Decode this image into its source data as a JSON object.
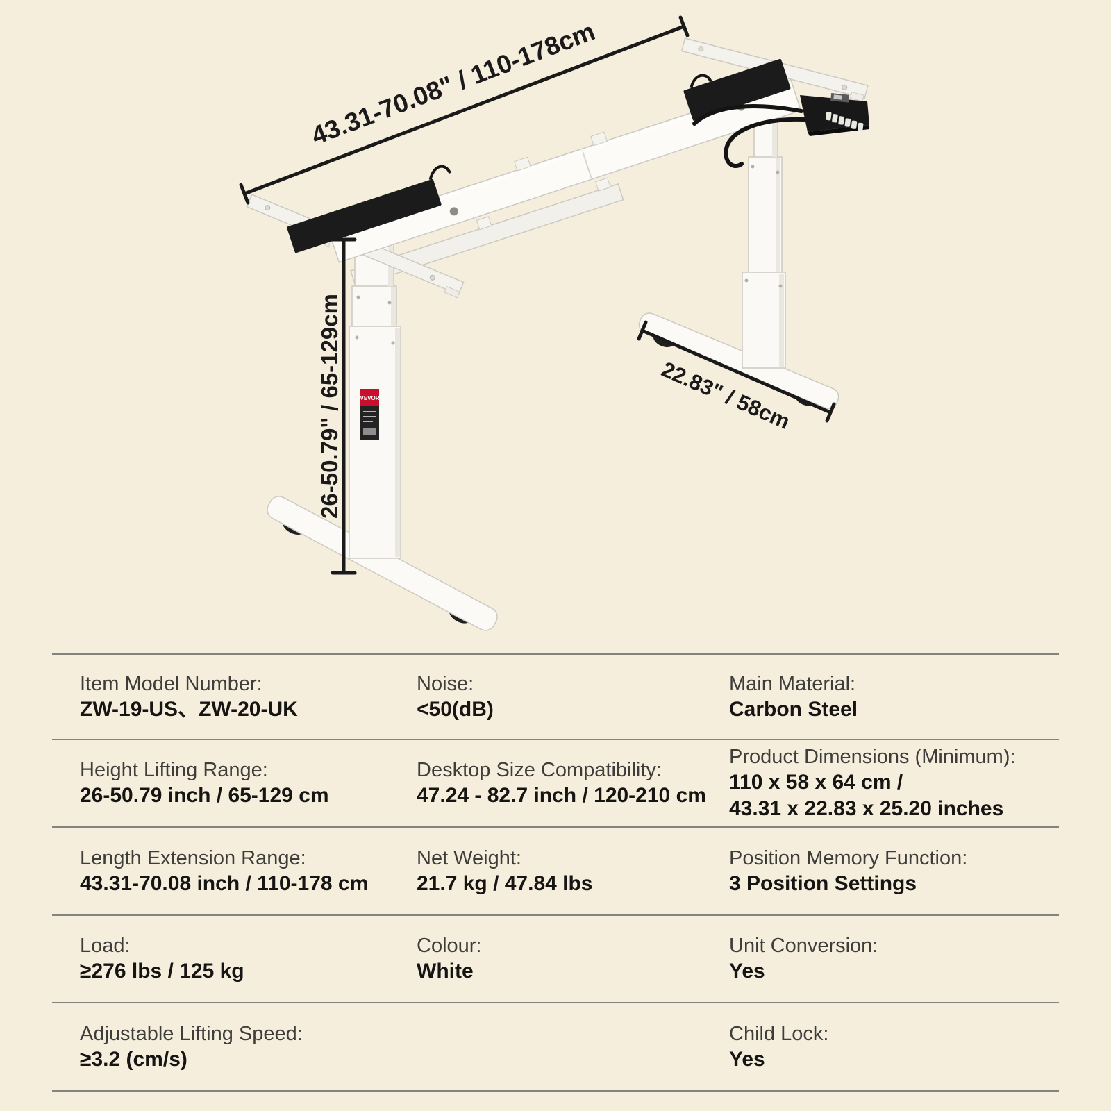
{
  "illustration": {
    "dim_length": "43.31-70.08\" / 110-178cm",
    "dim_height": "26-50.79\" / 65-129cm",
    "dim_depth": "22.83\" / 58cm",
    "brand_label": "VEVOR",
    "colors": {
      "background": "#f5eedd",
      "annotation": "#1a1a1a",
      "metal_white": "#fbfaf6",
      "pad_black": "#1b1b1b",
      "brand_red": "#c8102e"
    }
  },
  "spec": {
    "rows": [
      {
        "cells": [
          {
            "label": "Item Model Number:",
            "value": "ZW-19-US、ZW-20-UK"
          },
          {
            "label": "Noise:",
            "value": "<50(dB)"
          },
          {
            "label": "Main Material:",
            "value": "Carbon Steel"
          }
        ]
      },
      {
        "cells": [
          {
            "label": "Height Lifting Range:",
            "value": "26-50.79 inch / 65-129 cm"
          },
          {
            "label": "Desktop Size Compatibility:",
            "value": "47.24 - 82.7 inch / 120-210 cm"
          },
          {
            "label": "Product Dimensions (Minimum):",
            "value": "110 x 58 x 64 cm /",
            "value2": "43.31 x 22.83 x 25.20 inches"
          }
        ]
      },
      {
        "cells": [
          {
            "label": "Length Extension Range:",
            "value": "43.31-70.08 inch / 110-178 cm"
          },
          {
            "label": "Net Weight:",
            "value": "21.7 kg / 47.84 lbs"
          },
          {
            "label": "Position Memory Function:",
            "value": "3 Position Settings"
          }
        ]
      },
      {
        "cells": [
          {
            "label": "Load:",
            "value": "≥276 lbs / 125 kg"
          },
          {
            "label": "Colour:",
            "value": "White"
          },
          {
            "label": "Unit Conversion:",
            "value": "Yes"
          }
        ]
      },
      {
        "cells": [
          {
            "label": "Adjustable Lifting Speed:",
            "value": "≥3.2 (cm/s)"
          },
          {
            "label": "",
            "value": ""
          },
          {
            "label": "Child Lock:",
            "value": "Yes"
          }
        ]
      }
    ]
  }
}
